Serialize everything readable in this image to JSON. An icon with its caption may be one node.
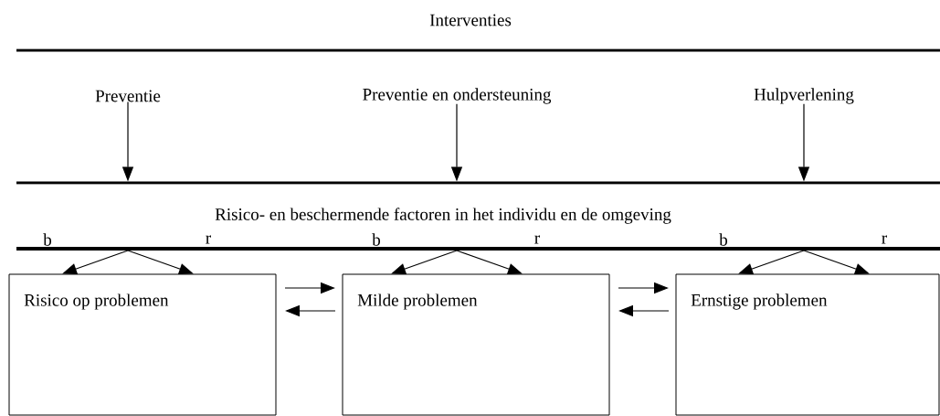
{
  "diagram": {
    "title": "Interventies",
    "nodes": [
      {
        "text": [
          "Preventie"
        ]
      },
      {
        "text": [
          "Preventie en ondersteuning"
        ]
      },
      {
        "text": [
          "Hulpverlening"
        ]
      },
      {
        "text": [
          "Risico- en beschermende factoren in het individu en de omgeving"
        ]
      },
      {
        "text": [
          "Risico op problemen"
        ]
      },
      {
        "text": [
          "Milde  problemen"
        ]
      },
      {
        "text": [
          "Ernstige problemen"
        ]
      }
    ],
    "edges": [
      {
        "from": 0,
        "to": 3,
        "arrow": "to"
      },
      {
        "from": 1,
        "to": 3,
        "arrow": "to"
      },
      {
        "from": 2,
        "to": 3,
        "arrow": "to"
      },
      {
        "from": 3,
        "to": 4,
        "arrow": "to",
        "label": "b"
      },
      {
        "from": 3,
        "to": 4,
        "arrow": "to",
        "label": "r"
      },
      {
        "from": 3,
        "to": 5,
        "arrow": "to",
        "label": "b"
      },
      {
        "from": 3,
        "to": 5,
        "arrow": "to",
        "label": "r"
      },
      {
        "from": 3,
        "to": 6,
        "arrow": "to",
        "label": "b"
      },
      {
        "from": 3,
        "to": 6,
        "arrow": "to",
        "label": "r"
      },
      {
        "from": 4,
        "to": 5,
        "arrow": "to"
      },
      {
        "from": 5,
        "to": 4,
        "arrow": "to"
      },
      {
        "from": 5,
        "to": 6,
        "arrow": "to"
      },
      {
        "from": 6,
        "to": 5,
        "arrow": "to"
      }
    ]
  }
}
